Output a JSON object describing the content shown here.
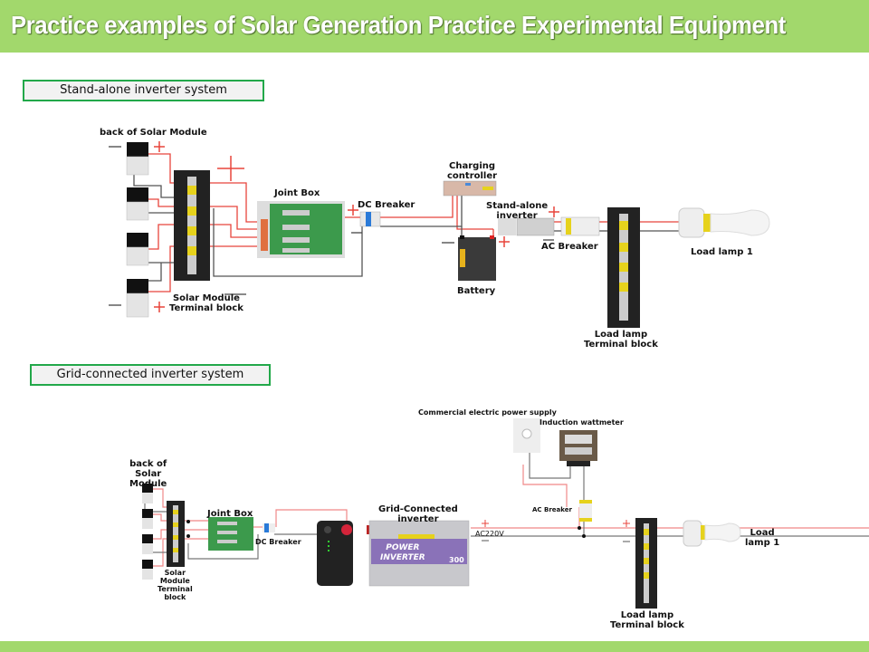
{
  "title": "Practice examples of Solar Generation Practice Experimental Equipment",
  "colors": {
    "header_green": "#a2d86c",
    "box_border": "#22a84a",
    "box_fill": "#f2f2f2",
    "wire_positive": "#e8453c",
    "wire_negative": "#555555"
  },
  "sections": {
    "standalone": {
      "heading": "Stand-alone inverter system",
      "labels": {
        "solar_back": "back of Solar Module",
        "joint_box": "Joint Box",
        "dc_breaker": "DC Breaker",
        "charging_controller_1": "Charging",
        "charging_controller_2": "controller",
        "inverter_1": "Stand-alone",
        "inverter_2": "inverter",
        "ac_breaker": "AC Breaker",
        "battery": "Battery",
        "load_lamp": "Load lamp 1",
        "terminal_1": "Solar Module",
        "terminal_2": "Terminal block",
        "load_terminal_1": "Load lamp",
        "load_terminal_2": "Terminal block"
      },
      "polarity": {
        "plus": "+",
        "minus": "—"
      }
    },
    "grid": {
      "heading": "Grid-connected inverter system",
      "labels": {
        "solar_back_1": "back of",
        "solar_back_2": "Solar",
        "solar_back_3": "Module",
        "joint_box": "Joint Box",
        "dc_breaker": "DC Breaker",
        "inverter_1": "Grid-Connected",
        "inverter_2": "inverter",
        "ac_voltage": "AC220V",
        "commercial": "Commercial electric power supply",
        "wattmeter": "Induction wattmeter",
        "ac_breaker": "AC Breaker",
        "load_lamp_1": "Load",
        "load_lamp_2": "lamp 1",
        "terminal_1": "Solar",
        "terminal_2": "Module",
        "terminal_3": "Terminal",
        "terminal_4": "block",
        "load_terminal_1": "Load lamp",
        "load_terminal_2": "Terminal block",
        "inverter_brand_1": "POWER",
        "inverter_brand_2": "INVERTER",
        "inverter_rating": "300"
      },
      "polarity": {
        "plus": "+",
        "minus": "—"
      }
    }
  }
}
